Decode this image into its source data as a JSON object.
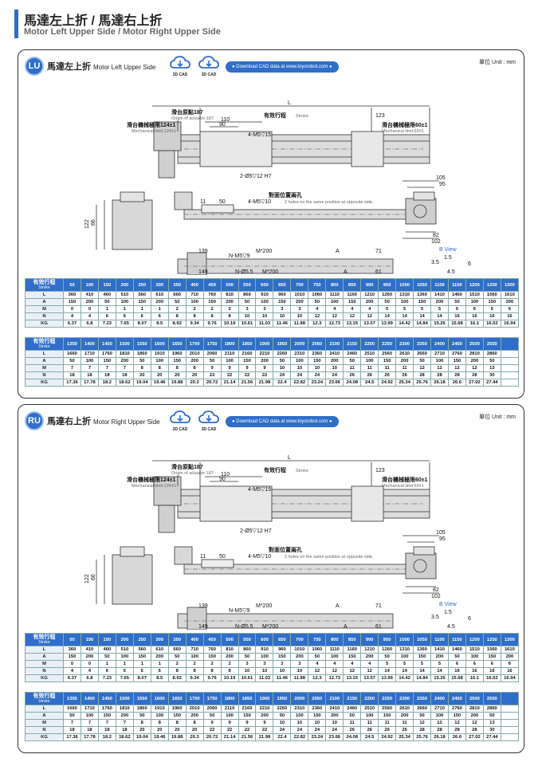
{
  "page": {
    "title": "馬達左上折 / 馬達右上折",
    "subtitle": "Motor Left Upper Side / Motor Right Upper Side",
    "accent_color": "#2f6ec9"
  },
  "sections": [
    {
      "badge": "LU",
      "title_zh": "馬達左上折",
      "title_en": "Motor Left Upper Side",
      "cad_2d": "2D CAD",
      "cad_3d": "3D CAD",
      "download": "● Download CAD data at www.toyorobot.com ●",
      "unit": "單位 Unit : mm",
      "drawing": {
        "L": "L",
        "origin_zh": "滑台原點187",
        "origin_en": "Origin of actuator:187",
        "stroke_zh": "有效行程",
        "stroke_en": "Stroke",
        "d123": "123",
        "mech_left_zh": "滑台機械極限124±1",
        "mech_left_en": "Mechanical limit:124±1",
        "mech_right_zh": "滑台機械極限60±1",
        "mech_right_en": "Mechanical limit:60±1",
        "d110": "110",
        "d90": "90",
        "m5": "4-M5▽15",
        "pin": "2-Ø5▽12 H7",
        "d122": "122",
        "d66": "66",
        "d11": "11",
        "d50": "50",
        "m5b": "4-M5▽10",
        "holes_zh": "對面位置兩孔",
        "holes_en": "2 holes on the same position at opposite side.",
        "d105": "105",
        "d95": "95",
        "d82": "82",
        "d102": "102",
        "d139": "139",
        "m200": "M*200",
        "A": "A",
        "d71": "71",
        "nm5": "N-M5▽9",
        "n55": "N-Ø5.5",
        "d149": "149",
        "d61": "61",
        "bview": "B View",
        "d15": "1.5",
        "d35": "3.5",
        "d45": "4.5",
        "d6": "6"
      }
    },
    {
      "badge": "RU",
      "title_zh": "馬達右上折",
      "title_en": "Motor Right Upper Side",
      "cad_2d": "2D CAD",
      "cad_3d": "3D CAD",
      "download": "● Download CAD data at www.toyorobot.com ●",
      "unit": "單位 Unit : mm",
      "drawing": {
        "L": "L",
        "origin_zh": "滑台原點187",
        "origin_en": "Origin of actuator:187",
        "stroke_zh": "有效行程",
        "stroke_en": "Stroke",
        "d123": "123",
        "mech_left_zh": "滑台機械極限124±1",
        "mech_left_en": "Mechanical limit:124±1",
        "mech_right_zh": "滑台機械極限60±1",
        "mech_right_en": "Mechanical limit:60±1",
        "d110": "110",
        "d90": "90",
        "m5": "4-M5▽15",
        "pin": "2-Ø5▽12 H7",
        "d122": "122",
        "d66": "66",
        "d11": "11",
        "d50": "50",
        "m5b": "4-M5▽10",
        "holes_zh": "對面位置兩孔",
        "holes_en": "2 holes on the same position at opposite side.",
        "d105": "105",
        "d95": "95",
        "d82": "82",
        "d102": "102",
        "d139": "139",
        "m200": "M*200",
        "A": "A",
        "d71": "71",
        "nm5": "N-M5▽9",
        "n55": "N-Ø5.5",
        "d149": "149",
        "d61": "61",
        "bview": "B View",
        "d15": "1.5",
        "d35": "3.5",
        "d45": "4.5",
        "d6": "6"
      }
    }
  ],
  "tables": {
    "header_zh": "有效行程",
    "header_en": "Stroke",
    "row_labels": [
      "L",
      "A",
      "M",
      "N",
      "KG"
    ],
    "part1": {
      "stroke": [
        "50",
        "100",
        "150",
        "200",
        "250",
        "300",
        "350",
        "400",
        "450",
        "500",
        "550",
        "600",
        "650",
        "700",
        "750",
        "800",
        "850",
        "900",
        "950",
        "1000",
        "1050",
        "1100",
        "1150",
        "1200",
        "1250",
        "1300"
      ],
      "L": [
        "360",
        "410",
        "460",
        "510",
        "560",
        "610",
        "660",
        "710",
        "760",
        "810",
        "860",
        "910",
        "960",
        "1010",
        "1060",
        "1110",
        "1160",
        "1210",
        "1260",
        "1310",
        "1360",
        "1410",
        "1460",
        "1510",
        "1560",
        "1610"
      ],
      "A": [
        "150",
        "200",
        "50",
        "100",
        "150",
        "200",
        "50",
        "100",
        "150",
        "200",
        "50",
        "100",
        "150",
        "200",
        "50",
        "100",
        "150",
        "200",
        "50",
        "100",
        "150",
        "200",
        "50",
        "100",
        "150",
        "200"
      ],
      "M": [
        "0",
        "0",
        "1",
        "1",
        "1",
        "1",
        "2",
        "2",
        "2",
        "2",
        "3",
        "3",
        "3",
        "3",
        "4",
        "4",
        "4",
        "4",
        "5",
        "5",
        "5",
        "5",
        "6",
        "6",
        "6",
        "6"
      ],
      "N": [
        "4",
        "4",
        "6",
        "6",
        "6",
        "6",
        "8",
        "8",
        "8",
        "8",
        "10",
        "10",
        "10",
        "10",
        "12",
        "12",
        "12",
        "12",
        "14",
        "14",
        "14",
        "14",
        "16",
        "16",
        "16",
        "16"
      ],
      "KG": [
        "6.37",
        "6.8",
        "7.23",
        "7.65",
        "8.07",
        "8.5",
        "8.92",
        "9.34",
        "9.76",
        "10.19",
        "10.61",
        "11.03",
        "11.46",
        "11.88",
        "12.3",
        "12.73",
        "13.15",
        "13.57",
        "13.99",
        "14.42",
        "14.84",
        "15.26",
        "15.68",
        "16.1",
        "16.52",
        "16.94"
      ]
    },
    "part2": {
      "stroke": [
        "1350",
        "1400",
        "1450",
        "1500",
        "1550",
        "1600",
        "1650",
        "1700",
        "1750",
        "1800",
        "1850",
        "1900",
        "1950",
        "2000",
        "2050",
        "2100",
        "2150",
        "2200",
        "2250",
        "2300",
        "2350",
        "2400",
        "2450",
        "2500",
        "2550"
      ],
      "L": [
        "1660",
        "1710",
        "1760",
        "1810",
        "1860",
        "1910",
        "1960",
        "2010",
        "2060",
        "2110",
        "2160",
        "2210",
        "2260",
        "2310",
        "2360",
        "2410",
        "2460",
        "2510",
        "2560",
        "2610",
        "2660",
        "2710",
        "2760",
        "2810",
        "2860"
      ],
      "A": [
        "50",
        "100",
        "150",
        "200",
        "50",
        "100",
        "150",
        "200",
        "50",
        "100",
        "150",
        "200",
        "50",
        "100",
        "150",
        "200",
        "50",
        "100",
        "150",
        "200",
        "50",
        "100",
        "150",
        "200",
        "50"
      ],
      "M": [
        "7",
        "7",
        "7",
        "7",
        "8",
        "8",
        "8",
        "8",
        "9",
        "9",
        "9",
        "9",
        "10",
        "10",
        "10",
        "10",
        "11",
        "11",
        "11",
        "11",
        "12",
        "12",
        "12",
        "12",
        "13"
      ],
      "N": [
        "18",
        "18",
        "18",
        "18",
        "20",
        "20",
        "20",
        "20",
        "22",
        "22",
        "22",
        "22",
        "24",
        "24",
        "24",
        "24",
        "26",
        "26",
        "26",
        "26",
        "28",
        "28",
        "28",
        "28",
        "30"
      ],
      "KG_s1": [
        "17.36",
        "17.78",
        "18.2",
        "18.62",
        "19.04",
        "19.46",
        "19.88",
        "20.3",
        "20.72",
        "21.14",
        "21.56",
        "21.98",
        "22.4",
        "22.82",
        "23.24",
        "23.66",
        "24.08",
        "24.5",
        "24.92",
        "25.34",
        "25.76",
        "26.18",
        "26.6",
        "27.02",
        "27.44"
      ],
      "KG_s2": [
        "17.36",
        "17.78",
        "18.2",
        "18.62",
        "19.04",
        "19.46",
        "19.88",
        "20.3",
        "20.72",
        "21.14",
        "21.56",
        "21.98",
        "22.4",
        "22.82",
        "23.24",
        "23.66",
        "24.08",
        "24.5",
        "24.92",
        "25.34",
        "25.76",
        "26.18",
        "26.6",
        "27.02",
        "27.44"
      ]
    }
  }
}
